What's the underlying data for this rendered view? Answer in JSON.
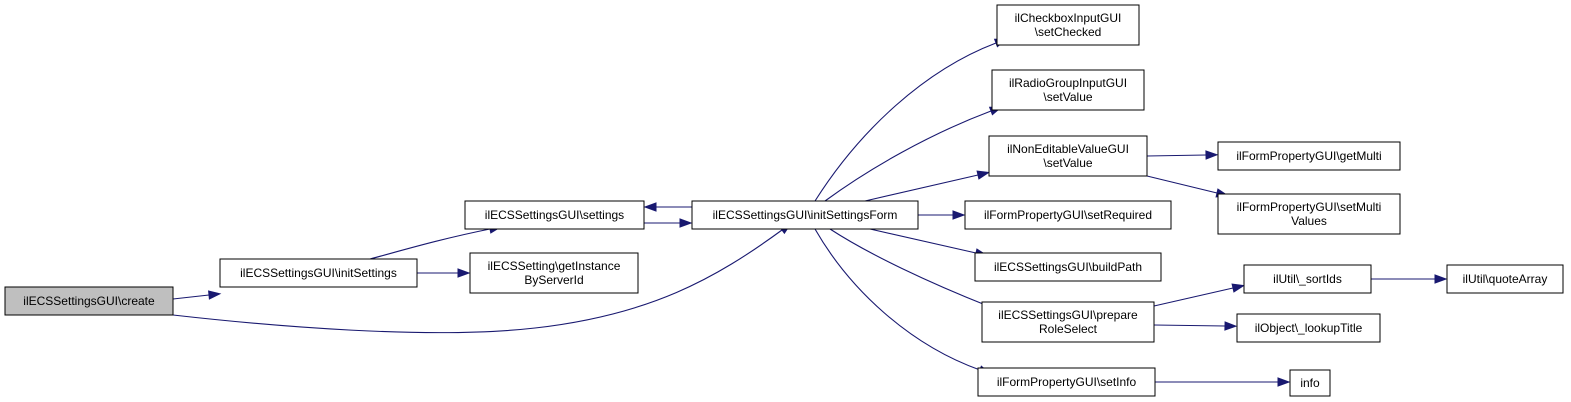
{
  "graph": {
    "colors": {
      "edge": "#191970",
      "node_border": "#000000",
      "root_fill": "#bfbfbf",
      "node_fill": "#ffffff"
    },
    "nodes": [
      {
        "id": "create",
        "name": "node-create",
        "lines": [
          "ilECSSettingsGUI\\create"
        ],
        "root": true
      },
      {
        "id": "initSettings",
        "name": "node-init-settings",
        "lines": [
          "ilECSSettingsGUI\\initSettings"
        ]
      },
      {
        "id": "settings",
        "name": "node-settings",
        "lines": [
          "ilECSSettingsGUI\\settings"
        ]
      },
      {
        "id": "getInstance",
        "name": "node-get-instance-by-server-id",
        "lines": [
          "ilECSSetting\\getInstance",
          "ByServerId"
        ]
      },
      {
        "id": "initSettingsForm",
        "name": "node-init-settings-form",
        "lines": [
          "ilECSSettingsGUI\\initSettingsForm"
        ]
      },
      {
        "id": "setChecked",
        "name": "node-set-checked",
        "lines": [
          "ilCheckboxInputGUI",
          "\\setChecked"
        ]
      },
      {
        "id": "radioSetValue",
        "name": "node-radio-set-value",
        "lines": [
          "ilRadioGroupInputGUI",
          "\\setValue"
        ]
      },
      {
        "id": "nonEditSetValue",
        "name": "node-non-editable-set-value",
        "lines": [
          "ilNonEditableValueGUI",
          "\\setValue"
        ]
      },
      {
        "id": "setRequired",
        "name": "node-set-required",
        "lines": [
          "ilFormPropertyGUI\\setRequired"
        ]
      },
      {
        "id": "buildPath",
        "name": "node-build-path",
        "lines": [
          "ilECSSettingsGUI\\buildPath"
        ]
      },
      {
        "id": "prepareRoleSelect",
        "name": "node-prepare-role-select",
        "lines": [
          "ilECSSettingsGUI\\prepare",
          "RoleSelect"
        ]
      },
      {
        "id": "setInfo",
        "name": "node-set-info",
        "lines": [
          "ilFormPropertyGUI\\setInfo"
        ]
      },
      {
        "id": "getMulti",
        "name": "node-get-multi",
        "lines": [
          "ilFormPropertyGUI\\getMulti"
        ]
      },
      {
        "id": "setMultiValues",
        "name": "node-set-multi-values",
        "lines": [
          "ilFormPropertyGUI\\setMulti",
          "Values"
        ]
      },
      {
        "id": "sortIds",
        "name": "node-sort-ids",
        "lines": [
          "ilUtil\\_sortIds"
        ]
      },
      {
        "id": "lookupTitle",
        "name": "node-lookup-title",
        "lines": [
          "ilObject\\_lookupTitle"
        ]
      },
      {
        "id": "quoteArray",
        "name": "node-quote-array",
        "lines": [
          "ilUtil\\quoteArray"
        ]
      },
      {
        "id": "info",
        "name": "node-info",
        "lines": [
          "info"
        ]
      }
    ],
    "edges": [
      {
        "from": "create",
        "to": "initSettings"
      },
      {
        "from": "create",
        "to": "initSettingsForm"
      },
      {
        "from": "initSettings",
        "to": "settings"
      },
      {
        "from": "initSettings",
        "to": "getInstance"
      },
      {
        "from": "settings",
        "to": "initSettingsForm"
      },
      {
        "from": "initSettingsForm",
        "to": "settings"
      },
      {
        "from": "initSettingsForm",
        "to": "setChecked"
      },
      {
        "from": "initSettingsForm",
        "to": "radioSetValue"
      },
      {
        "from": "initSettingsForm",
        "to": "nonEditSetValue"
      },
      {
        "from": "initSettingsForm",
        "to": "setRequired"
      },
      {
        "from": "initSettingsForm",
        "to": "buildPath"
      },
      {
        "from": "initSettingsForm",
        "to": "prepareRoleSelect"
      },
      {
        "from": "initSettingsForm",
        "to": "setInfo"
      },
      {
        "from": "nonEditSetValue",
        "to": "getMulti"
      },
      {
        "from": "nonEditSetValue",
        "to": "setMultiValues"
      },
      {
        "from": "prepareRoleSelect",
        "to": "sortIds"
      },
      {
        "from": "prepareRoleSelect",
        "to": "lookupTitle"
      },
      {
        "from": "sortIds",
        "to": "quoteArray"
      },
      {
        "from": "setInfo",
        "to": "info"
      }
    ]
  }
}
